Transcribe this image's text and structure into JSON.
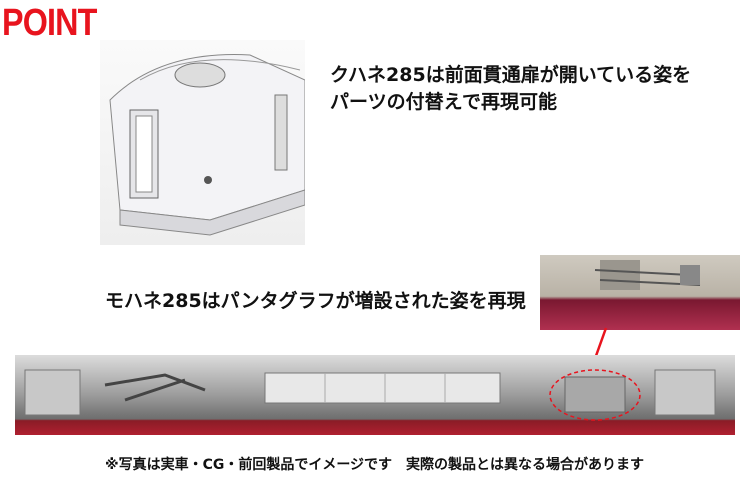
{
  "heading": "POINT",
  "captions": {
    "kuhane": [
      "クハネ285は前面貫通扉が開いている姿を",
      "パーツの付替えで再現可能"
    ],
    "mohane": "モハネ285はパンタグラフが増設された姿を再現"
  },
  "footer_note": "※写真は実車・CG・前回製品でイメージです　実際の製品とは異なる場合があります",
  "colors": {
    "heading": "#e8141e",
    "callout": "#e8141e",
    "car_body": "#a01c2a"
  }
}
